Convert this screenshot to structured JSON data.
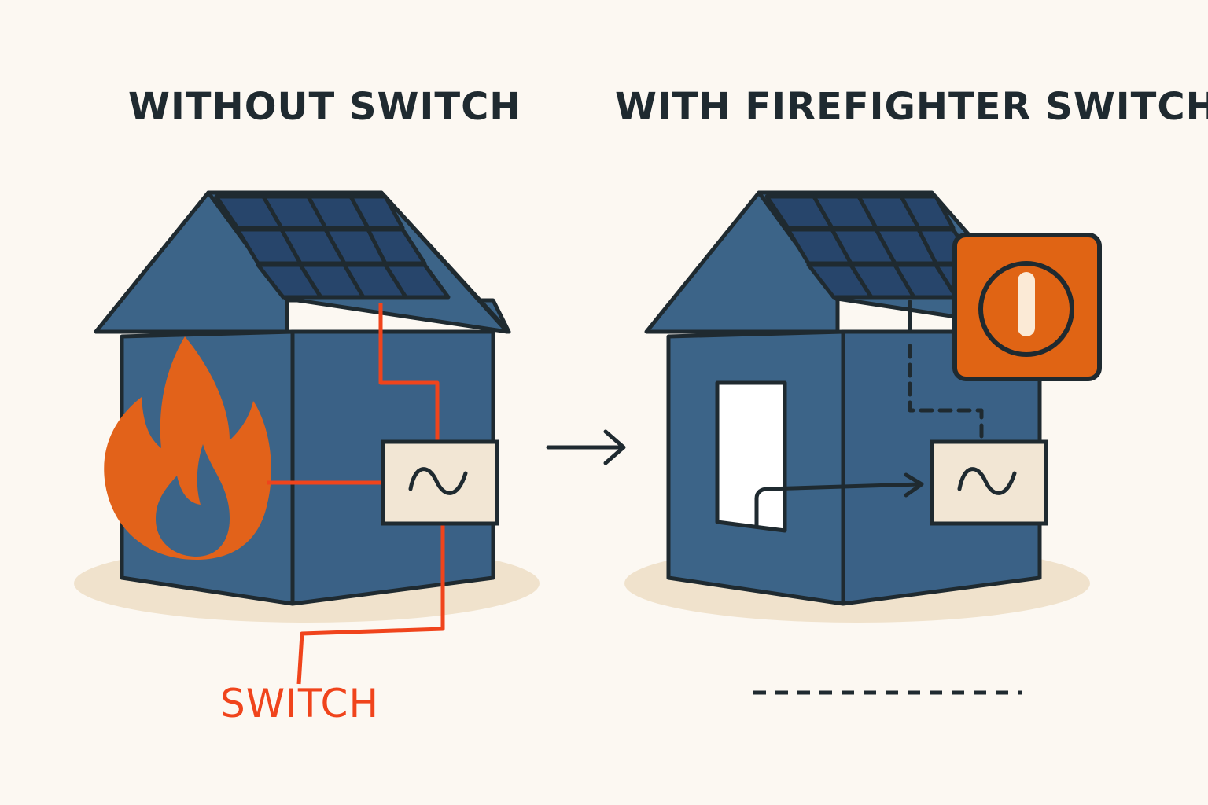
{
  "left_panel": {
    "title": "WITHOUT SWITCH",
    "switch_label": "SWITCH"
  },
  "right_panel": {
    "title": "WITH FIREFIGHTER SWITCH"
  },
  "icons": {
    "left_house": "house-with-solar-panels-icon",
    "right_house": "house-with-solar-panels-icon",
    "fire": "flame-icon",
    "inverter": "sine-wave-inverter-icon",
    "power_switch": "power-button-icon",
    "arrow": "arrow-right-icon"
  },
  "colors": {
    "background": "#fcf8f2",
    "house": "#3c6488",
    "house_side": "#3a6186",
    "panel": "#27456b",
    "outline": "#1f2a30",
    "live_wire": "#f0441c",
    "fire": "#e2621a",
    "switch_box": "#e06414",
    "inverter_box": "#f2e6d4",
    "ground": "#f0e2cc"
  }
}
